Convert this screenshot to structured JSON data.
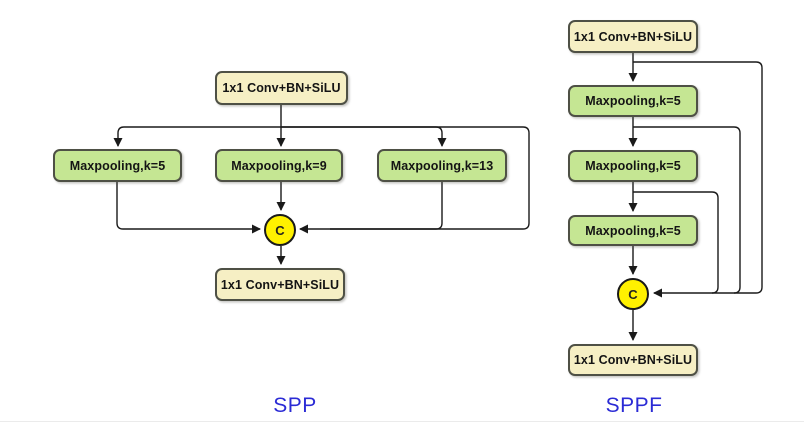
{
  "diagram": {
    "spp": {
      "title": "SPP",
      "input_box": "1x1 Conv+BN+SiLU",
      "pools": [
        "Maxpooling,k=5",
        "Maxpooling,k=9",
        "Maxpooling,k=13"
      ],
      "concat": "C",
      "output_box": "1x1 Conv+BN+SiLU"
    },
    "sppf": {
      "title": "SPPF",
      "input_box": "1x1 Conv+BN+SiLU",
      "pools": [
        "Maxpooling,k=5",
        "Maxpooling,k=5",
        "Maxpooling,k=5"
      ],
      "concat": "C",
      "output_box": "1x1 Conv+BN+SiLU"
    },
    "colors": {
      "conv_box_fill": "#f6efc4",
      "pool_box_fill": "#c5e693",
      "concat_fill": "#fff100",
      "label_color": "#2b2bd5",
      "line_color": "#1a1a1a",
      "border_color": "#4e5045"
    }
  }
}
